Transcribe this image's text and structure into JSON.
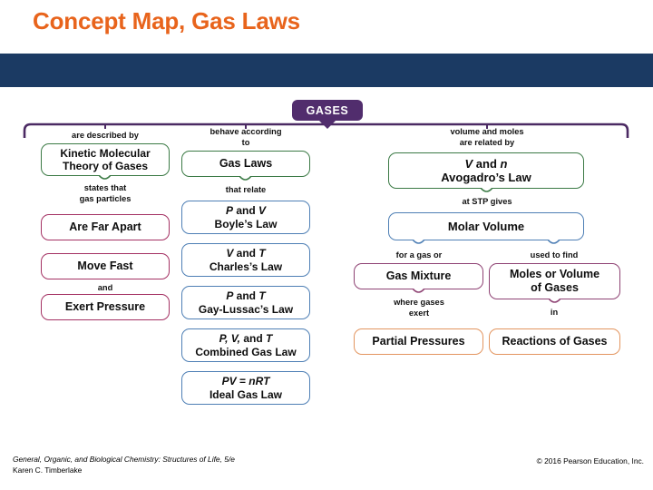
{
  "slide": {
    "title": "Concept Map, Gas Laws",
    "accent_orange": "#E8641C",
    "band_navy": "#1B3A63"
  },
  "root": {
    "label": "GASES",
    "color": "#512D6D"
  },
  "captions": {
    "are_described_by": "are described by",
    "behave_according_to_l1": "behave according",
    "behave_according_to_l2": "to",
    "volume_and_moles_l1": "volume and moles",
    "volume_and_moles_l2": "are related by",
    "states_that_l1": "states that",
    "states_that_l2": "gas particles",
    "that_relate": "that relate",
    "at_stp_gives": "at STP gives",
    "and": "and",
    "for_a_gas_or": "for a gas or",
    "used_to_find": "used to find",
    "where_gases_l1": "where gases",
    "where_gases_l2": "exert",
    "in": "in"
  },
  "boxes": {
    "kinetic": {
      "line1": "Kinetic Molecular",
      "line2": "Theory of Gases",
      "color": "#3B7A45"
    },
    "far_apart": {
      "line1": "Are Far Apart",
      "color": "#A43163"
    },
    "move_fast": {
      "line1": "Move Fast",
      "color": "#A43163"
    },
    "exert_pressure": {
      "line1": "Exert Pressure",
      "color": "#A43163"
    },
    "gas_laws": {
      "line1": "Gas Laws",
      "color": "#3B7A45"
    },
    "boyle": {
      "line1_a": "P",
      "line1_b": " and ",
      "line1_c": "V",
      "line2": "Boyle’s Law",
      "color": "#4E7FB5"
    },
    "charles": {
      "line1_a": "V",
      "line1_b": " and ",
      "line1_c": "T",
      "line2": "Charles’s Law",
      "color": "#4E7FB5"
    },
    "gaylussac": {
      "line1_a": "P",
      "line1_b": " and ",
      "line1_c": "T",
      "line2": "Gay-Lussac’s Law",
      "color": "#4E7FB5"
    },
    "combined": {
      "line1_a": "P, V,",
      "line1_b": " and ",
      "line1_c": "T",
      "line2": "Combined Gas Law",
      "color": "#4E7FB5"
    },
    "ideal": {
      "line1_a": "PV",
      "line1_b": " = ",
      "line1_c": "nRT",
      "line2": "Ideal Gas Law",
      "color": "#4E7FB5"
    },
    "avogadro": {
      "line1_a": "V",
      "line1_b": " and ",
      "line1_c": "n",
      "line2": "Avogadro’s Law",
      "color": "#3B7A45"
    },
    "molar_volume": {
      "line1": "Molar Volume",
      "color": "#4E7FB5"
    },
    "gas_mixture": {
      "line1": "Gas Mixture",
      "color": "#8E4273"
    },
    "moles_volume": {
      "line1": "Moles or Volume",
      "line2": "of Gases",
      "color": "#8E4273"
    },
    "partial_pressures": {
      "line1": "Partial Pressures",
      "color": "#E3955F"
    },
    "reactions": {
      "line1": "Reactions of Gases",
      "color": "#E3955F"
    }
  },
  "footer": {
    "book": "General, Organic, and Biological Chemistry: Structures of Life, 5/e",
    "author": "Karen C. Timberlake",
    "copyright": "© 2016 Pearson Education, Inc."
  }
}
